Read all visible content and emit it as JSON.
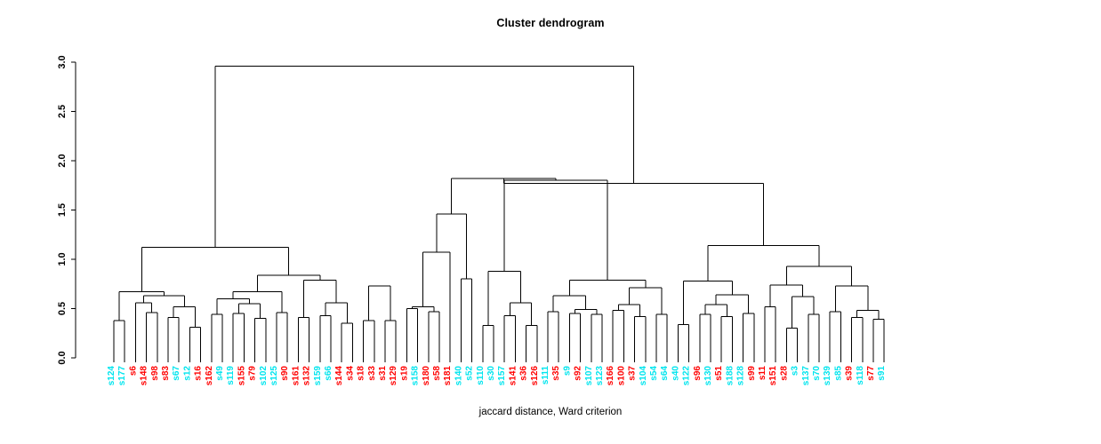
{
  "chart_data": {
    "type": "dendrogram",
    "title": "Cluster dendrogram",
    "xlabel": "jaccard distance, Ward criterion",
    "ylabel": "",
    "ylim": [
      0.0,
      3.0
    ],
    "yticks": [
      "0.0",
      "0.5",
      "1.0",
      "1.5",
      "2.0",
      "2.5",
      "3.0"
    ],
    "ytick_values": [
      0.0,
      0.5,
      1.0,
      1.5,
      2.0,
      2.5,
      3.0
    ],
    "grid": false,
    "legend": "none",
    "n_leaves": 76,
    "link_color": "#000000",
    "label_colors": {
      "group_a": "#00e5ee",
      "group_b": "#ff0000"
    },
    "leaves": [
      {
        "label": "s124",
        "color": "#00e5ee"
      },
      {
        "label": "s177",
        "color": "#00e5ee"
      },
      {
        "label": "s6",
        "color": "#ff0000"
      },
      {
        "label": "s148",
        "color": "#ff0000"
      },
      {
        "label": "s98",
        "color": "#ff0000"
      },
      {
        "label": "s83",
        "color": "#ff0000"
      },
      {
        "label": "s67",
        "color": "#00e5ee"
      },
      {
        "label": "s12",
        "color": "#00e5ee"
      },
      {
        "label": "s16",
        "color": "#ff0000"
      },
      {
        "label": "s162",
        "color": "#ff0000"
      },
      {
        "label": "s49",
        "color": "#00e5ee"
      },
      {
        "label": "s119",
        "color": "#00e5ee"
      },
      {
        "label": "s155",
        "color": "#ff0000"
      },
      {
        "label": "s79",
        "color": "#ff0000"
      },
      {
        "label": "s102",
        "color": "#00e5ee"
      },
      {
        "label": "s125",
        "color": "#00e5ee"
      },
      {
        "label": "s90",
        "color": "#ff0000"
      },
      {
        "label": "s161",
        "color": "#ff0000"
      },
      {
        "label": "s132",
        "color": "#ff0000"
      },
      {
        "label": "s159",
        "color": "#00e5ee"
      },
      {
        "label": "s66",
        "color": "#00e5ee"
      },
      {
        "label": "s144",
        "color": "#ff0000"
      },
      {
        "label": "s34",
        "color": "#ff0000"
      },
      {
        "label": "s18",
        "color": "#ff0000"
      },
      {
        "label": "s33",
        "color": "#ff0000"
      },
      {
        "label": "s31",
        "color": "#ff0000"
      },
      {
        "label": "s129",
        "color": "#ff0000"
      },
      {
        "label": "s19",
        "color": "#ff0000"
      },
      {
        "label": "s158",
        "color": "#00e5ee"
      },
      {
        "label": "s180",
        "color": "#ff0000"
      },
      {
        "label": "s58",
        "color": "#ff0000"
      },
      {
        "label": "s181",
        "color": "#ff0000"
      },
      {
        "label": "s140",
        "color": "#00e5ee"
      },
      {
        "label": "s52",
        "color": "#00e5ee"
      },
      {
        "label": "s110",
        "color": "#00e5ee"
      },
      {
        "label": "s30",
        "color": "#00e5ee"
      },
      {
        "label": "s157",
        "color": "#00e5ee"
      },
      {
        "label": "s141",
        "color": "#ff0000"
      },
      {
        "label": "s36",
        "color": "#ff0000"
      },
      {
        "label": "s126",
        "color": "#ff0000"
      },
      {
        "label": "s111",
        "color": "#00e5ee"
      },
      {
        "label": "s35",
        "color": "#ff0000"
      },
      {
        "label": "s9",
        "color": "#00e5ee"
      },
      {
        "label": "s92",
        "color": "#ff0000"
      },
      {
        "label": "s107",
        "color": "#00e5ee"
      },
      {
        "label": "s123",
        "color": "#00e5ee"
      },
      {
        "label": "s166",
        "color": "#ff0000"
      },
      {
        "label": "s100",
        "color": "#ff0000"
      },
      {
        "label": "s37",
        "color": "#ff0000"
      },
      {
        "label": "s104",
        "color": "#00e5ee"
      },
      {
        "label": "s54",
        "color": "#00e5ee"
      },
      {
        "label": "s64",
        "color": "#00e5ee"
      },
      {
        "label": "s40",
        "color": "#00e5ee"
      },
      {
        "label": "s122",
        "color": "#00e5ee"
      },
      {
        "label": "s96",
        "color": "#ff0000"
      },
      {
        "label": "s130",
        "color": "#00e5ee"
      },
      {
        "label": "s51",
        "color": "#ff0000"
      },
      {
        "label": "s188",
        "color": "#00e5ee"
      },
      {
        "label": "s128",
        "color": "#00e5ee"
      },
      {
        "label": "s99",
        "color": "#ff0000"
      },
      {
        "label": "s11",
        "color": "#ff0000"
      },
      {
        "label": "s151",
        "color": "#ff0000"
      },
      {
        "label": "s28",
        "color": "#ff0000"
      },
      {
        "label": "s3",
        "color": "#00e5ee"
      },
      {
        "label": "s137",
        "color": "#00e5ee"
      },
      {
        "label": "s70",
        "color": "#00e5ee"
      },
      {
        "label": "s139",
        "color": "#00e5ee"
      },
      {
        "label": "s85",
        "color": "#00e5ee"
      },
      {
        "label": "s39",
        "color": "#ff0000"
      },
      {
        "label": "s118",
        "color": "#00e5ee"
      },
      {
        "label": "s77",
        "color": "#ff0000"
      },
      {
        "label": "s91",
        "color": "#00e5ee"
      }
    ],
    "merges": [
      {
        "id": "m1",
        "left": {
          "leaf": 0
        },
        "right": {
          "leaf": 1
        },
        "height": 0.38
      },
      {
        "id": "m2",
        "left": {
          "leaf": 3
        },
        "right": {
          "leaf": 4
        },
        "height": 0.46
      },
      {
        "id": "m3",
        "left": {
          "leaf": 5
        },
        "right": {
          "leaf": 6
        },
        "height": 0.41
      },
      {
        "id": "m4",
        "left": {
          "leaf": 7
        },
        "right": {
          "leaf": 8
        },
        "height": 0.31
      },
      {
        "id": "m5",
        "left": {
          "node": "m3"
        },
        "right": {
          "node": "m4"
        },
        "height": 0.52
      },
      {
        "id": "m6",
        "left": {
          "leaf": 2
        },
        "right": {
          "node": "m2"
        },
        "height": 0.56
      },
      {
        "id": "m7",
        "left": {
          "node": "m6"
        },
        "right": {
          "node": "m5"
        },
        "height": 0.63
      },
      {
        "id": "m8",
        "left": {
          "node": "m1"
        },
        "right": {
          "node": "m7"
        },
        "height": 0.67
      },
      {
        "id": "m9",
        "left": {
          "leaf": 9
        },
        "right": {
          "leaf": 10
        },
        "height": 0.44
      },
      {
        "id": "m10",
        "left": {
          "leaf": 11
        },
        "right": {
          "leaf": 12
        },
        "height": 0.45
      },
      {
        "id": "m11",
        "left": {
          "leaf": 13
        },
        "right": {
          "leaf": 14
        },
        "height": 0.4
      },
      {
        "id": "m12",
        "left": {
          "node": "m10"
        },
        "right": {
          "node": "m11"
        },
        "height": 0.55
      },
      {
        "id": "m13",
        "left": {
          "node": "m9"
        },
        "right": {
          "node": "m12"
        },
        "height": 0.6
      },
      {
        "id": "m14",
        "left": {
          "leaf": 15
        },
        "right": {
          "leaf": 16
        },
        "height": 0.46
      },
      {
        "id": "m15",
        "left": {
          "node": "m13"
        },
        "right": {
          "node": "m14"
        },
        "height": 0.67
      },
      {
        "id": "m16",
        "left": {
          "leaf": 17
        },
        "right": {
          "leaf": 18
        },
        "height": 0.41
      },
      {
        "id": "m17",
        "left": {
          "leaf": 19
        },
        "right": {
          "leaf": 20
        },
        "height": 0.43
      },
      {
        "id": "m18",
        "left": {
          "leaf": 21
        },
        "right": {
          "leaf": 22
        },
        "height": 0.35
      },
      {
        "id": "m19",
        "left": {
          "node": "m17"
        },
        "right": {
          "node": "m18"
        },
        "height": 0.56
      },
      {
        "id": "m20",
        "left": {
          "node": "m16"
        },
        "right": {
          "node": "m19"
        },
        "height": 0.79
      },
      {
        "id": "m21",
        "left": {
          "node": "m15"
        },
        "right": {
          "node": "m20"
        },
        "height": 0.84
      },
      {
        "id": "m22",
        "left": {
          "node": "m8"
        },
        "right": {
          "node": "m21"
        },
        "height": 1.12
      },
      {
        "id": "m23",
        "left": {
          "leaf": 23
        },
        "right": {
          "leaf": 24
        },
        "height": 0.38
      },
      {
        "id": "m24",
        "left": {
          "leaf": 25
        },
        "right": {
          "leaf": 26
        },
        "height": 0.38
      },
      {
        "id": "m25",
        "left": {
          "node": "m23"
        },
        "right": {
          "node": "m24"
        },
        "height": 0.73
      },
      {
        "id": "m26",
        "left": {
          "leaf": 27
        },
        "right": {
          "leaf": 28
        },
        "height": 0.5
      },
      {
        "id": "m27",
        "left": {
          "leaf": 29
        },
        "right": {
          "leaf": 30
        },
        "height": 0.47
      },
      {
        "id": "m28",
        "left": {
          "node": "m26"
        },
        "right": {
          "node": "m27"
        },
        "height": 0.52
      },
      {
        "id": "m29",
        "left": {
          "node": "m28"
        },
        "right": {
          "leaf": 31
        },
        "height": 1.07
      },
      {
        "id": "m30",
        "left": {
          "leaf": 32
        },
        "right": {
          "leaf": 33
        },
        "height": 0.8
      },
      {
        "id": "m31",
        "left": {
          "node": "m29"
        },
        "right": {
          "node": "m30"
        },
        "height": 1.46
      },
      {
        "id": "m32",
        "left": {
          "leaf": 34
        },
        "right": {
          "leaf": 35
        },
        "height": 0.33
      },
      {
        "id": "m33",
        "left": {
          "leaf": 36
        },
        "right": {
          "leaf": 37
        },
        "height": 0.43
      },
      {
        "id": "m34",
        "left": {
          "leaf": 38
        },
        "right": {
          "leaf": 39
        },
        "height": 0.33
      },
      {
        "id": "m35",
        "left": {
          "node": "m33"
        },
        "right": {
          "node": "m34"
        },
        "height": 0.56
      },
      {
        "id": "m36",
        "left": {
          "node": "m32"
        },
        "right": {
          "node": "m35"
        },
        "height": 0.88
      },
      {
        "id": "m37",
        "left": {
          "leaf": 40
        },
        "right": {
          "leaf": 41
        },
        "height": 0.47
      },
      {
        "id": "m38",
        "left": {
          "leaf": 42
        },
        "right": {
          "leaf": 43
        },
        "height": 0.45
      },
      {
        "id": "m39",
        "left": {
          "leaf": 44
        },
        "right": {
          "leaf": 45
        },
        "height": 0.44
      },
      {
        "id": "m40",
        "left": {
          "node": "m38"
        },
        "right": {
          "node": "m39"
        },
        "height": 0.49
      },
      {
        "id": "m41",
        "left": {
          "node": "m37"
        },
        "right": {
          "node": "m40"
        },
        "height": 0.63
      },
      {
        "id": "m42",
        "left": {
          "leaf": 46
        },
        "right": {
          "leaf": 47
        },
        "height": 0.48
      },
      {
        "id": "m43",
        "left": {
          "leaf": 48
        },
        "right": {
          "leaf": 49
        },
        "height": 0.42
      },
      {
        "id": "m44",
        "left": {
          "node": "m42"
        },
        "right": {
          "node": "m43"
        },
        "height": 0.54
      },
      {
        "id": "m45",
        "left": {
          "leaf": 50
        },
        "right": {
          "leaf": 51
        },
        "height": 0.44
      },
      {
        "id": "m46",
        "left": {
          "node": "m44"
        },
        "right": {
          "node": "m45"
        },
        "height": 0.71
      },
      {
        "id": "m47",
        "left": {
          "node": "m41"
        },
        "right": {
          "node": "m46"
        },
        "height": 0.79
      },
      {
        "id": "m48",
        "left": {
          "node": "m36"
        },
        "right": {
          "node": "m47"
        },
        "height": 1.8
      },
      {
        "id": "m49",
        "left": {
          "node": "m31"
        },
        "right": {
          "node": "m48"
        },
        "height": 1.82
      },
      {
        "id": "m50",
        "left": {
          "leaf": 52
        },
        "right": {
          "leaf": 53
        },
        "height": 0.34
      },
      {
        "id": "m51",
        "left": {
          "leaf": 54
        },
        "right": {
          "leaf": 55
        },
        "height": 0.44
      },
      {
        "id": "m52",
        "left": {
          "leaf": 56
        },
        "right": {
          "leaf": 57
        },
        "height": 0.42
      },
      {
        "id": "m53",
        "left": {
          "node": "m51"
        },
        "right": {
          "node": "m52"
        },
        "height": 0.54
      },
      {
        "id": "m54",
        "left": {
          "leaf": 58
        },
        "right": {
          "leaf": 59
        },
        "height": 0.45
      },
      {
        "id": "m55",
        "left": {
          "node": "m53"
        },
        "right": {
          "node": "m54"
        },
        "height": 0.64
      },
      {
        "id": "m56",
        "left": {
          "node": "m50"
        },
        "right": {
          "node": "m55"
        },
        "height": 0.78
      },
      {
        "id": "m57",
        "left": {
          "leaf": 60
        },
        "right": {
          "leaf": 61
        },
        "height": 0.52
      },
      {
        "id": "m58",
        "left": {
          "leaf": 62
        },
        "right": {
          "leaf": 63
        },
        "height": 0.3
      },
      {
        "id": "m59",
        "left": {
          "leaf": 64
        },
        "right": {
          "leaf": 65
        },
        "height": 0.44
      },
      {
        "id": "m60",
        "left": {
          "node": "m58"
        },
        "right": {
          "node": "m59"
        },
        "height": 0.62
      },
      {
        "id": "m61",
        "left": {
          "node": "m57"
        },
        "right": {
          "node": "m60"
        },
        "height": 0.74
      },
      {
        "id": "m62",
        "left": {
          "leaf": 66
        },
        "right": {
          "leaf": 67
        },
        "height": 0.47
      },
      {
        "id": "m63",
        "left": {
          "leaf": 68
        },
        "right": {
          "leaf": 69
        },
        "height": 0.41
      },
      {
        "id": "m64",
        "left": {
          "leaf": 70
        },
        "right": {
          "leaf": 71
        },
        "height": 0.39
      },
      {
        "id": "m65",
        "left": {
          "node": "m63"
        },
        "right": {
          "node": "m64"
        },
        "height": 0.48
      },
      {
        "id": "m66",
        "left": {
          "node": "m62"
        },
        "right": {
          "node": "m65"
        },
        "height": 0.73
      },
      {
        "id": "m67",
        "left": {
          "node": "m61"
        },
        "right": {
          "node": "m66"
        },
        "height": 0.93
      },
      {
        "id": "m68",
        "left": {
          "node": "m56"
        },
        "right": {
          "node": "m67"
        },
        "height": 1.14
      },
      {
        "id": "m69",
        "left": {
          "node": "m49"
        },
        "right": {
          "node": "m68"
        },
        "height": 1.77
      },
      {
        "id": "m70",
        "left": {
          "node": "m22"
        },
        "right": {
          "node": "m69"
        },
        "height": 2.96
      }
    ]
  }
}
